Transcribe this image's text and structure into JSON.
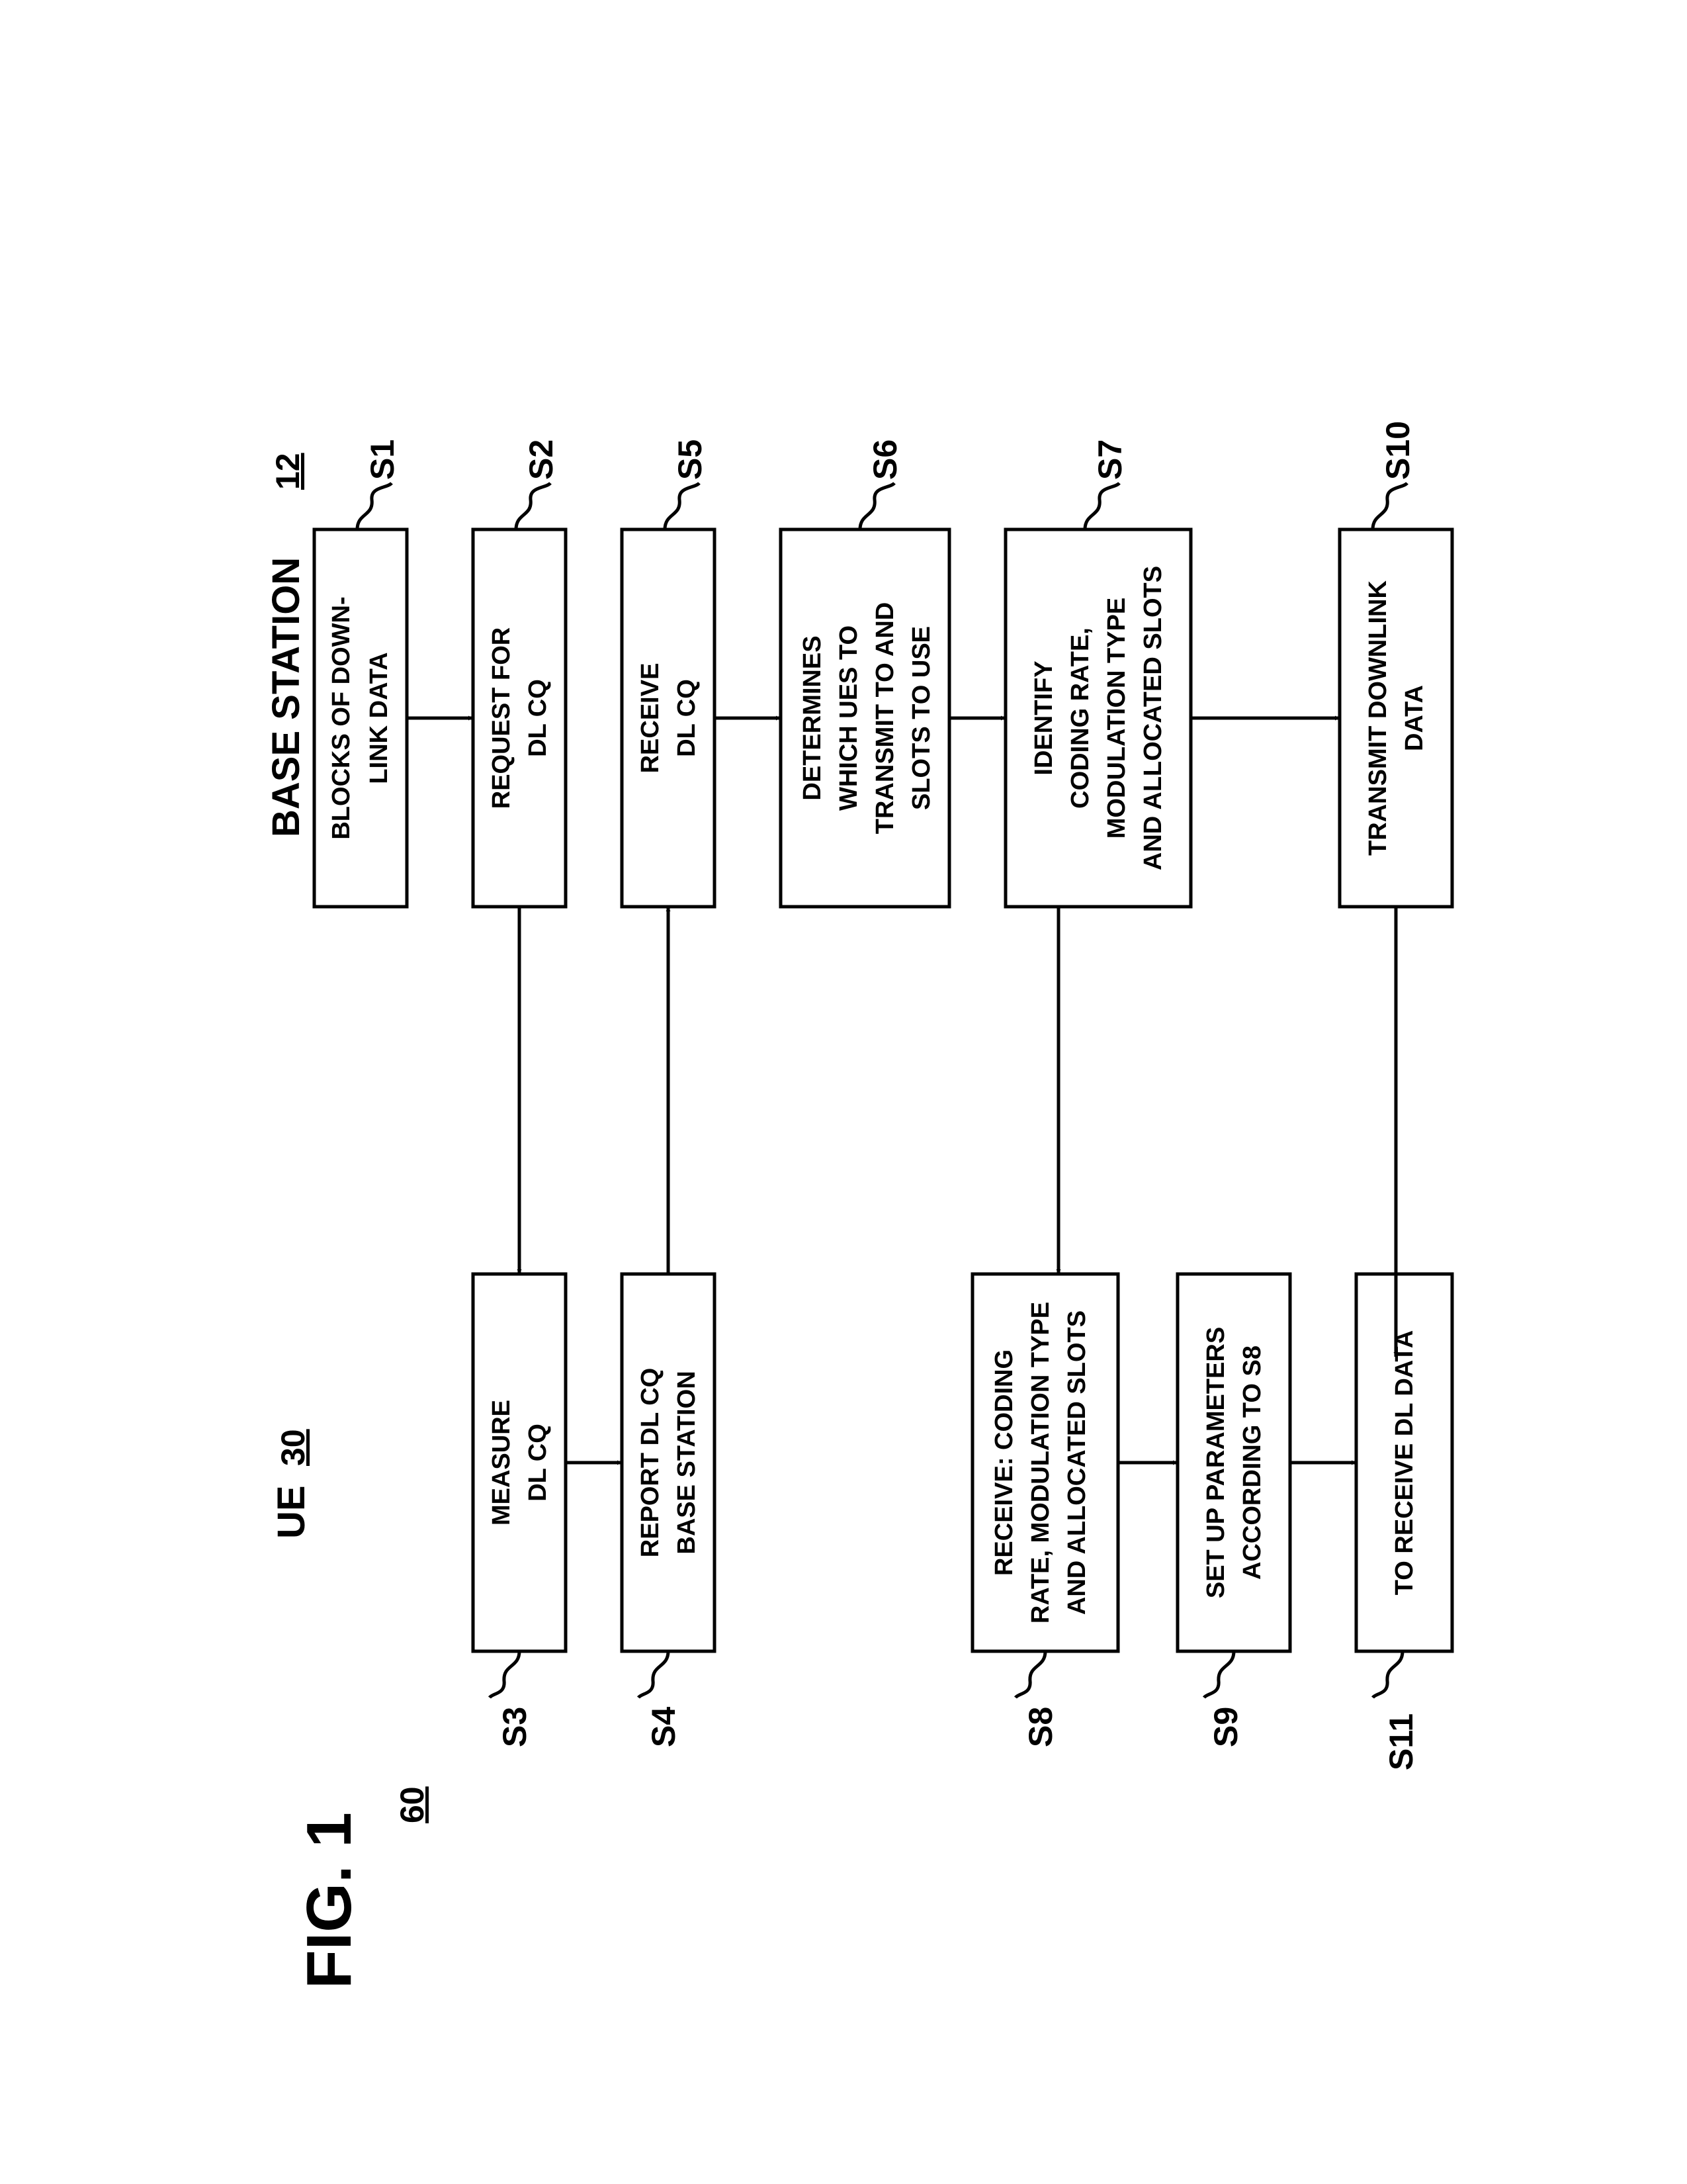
{
  "figure": {
    "title": "FIG. 1",
    "ref": "60"
  },
  "lanes": {
    "base_station": {
      "title": "BASE STATION",
      "ref": "12"
    },
    "ue": {
      "title": "UE",
      "ref": "30"
    }
  },
  "steps": {
    "s1": {
      "id": "S1",
      "lines": [
        "BLOCKS OF DOWN-",
        "LINK DATA"
      ]
    },
    "s2": {
      "id": "S2",
      "lines": [
        "REQUEST FOR",
        "DL CQ"
      ]
    },
    "s5": {
      "id": "S5",
      "lines": [
        "RECEIVE",
        "DL CQ"
      ]
    },
    "s6": {
      "id": "S6",
      "lines": [
        "DETERMINES",
        "WHICH UES TO",
        "TRANSMIT TO AND",
        "SLOTS TO USE"
      ]
    },
    "s7": {
      "id": "S7",
      "lines": [
        "IDENTIFY",
        "CODING RATE,",
        "MODULATION TYPE",
        "AND ALLOCATED SLOTS"
      ]
    },
    "s10": {
      "id": "S10",
      "lines": [
        "TRANSMIT DOWNLINK",
        "DATA"
      ]
    },
    "s3": {
      "id": "S3",
      "lines": [
        "MEASURE",
        "DL CQ"
      ]
    },
    "s4": {
      "id": "S4",
      "lines": [
        "REPORT DL CQ",
        "BASE STATION"
      ]
    },
    "s8": {
      "id": "S8",
      "lines": [
        "RECEIVE: CODING",
        "RATE, MODULATION TYPE",
        "AND ALLOCATED SLOTS"
      ]
    },
    "s9": {
      "id": "S9",
      "lines": [
        "SET UP PARAMETERS",
        "ACCORDING TO S8"
      ]
    },
    "s11": {
      "id": "S11",
      "lines": [
        "TO RECEIVE DL DATA"
      ]
    }
  }
}
